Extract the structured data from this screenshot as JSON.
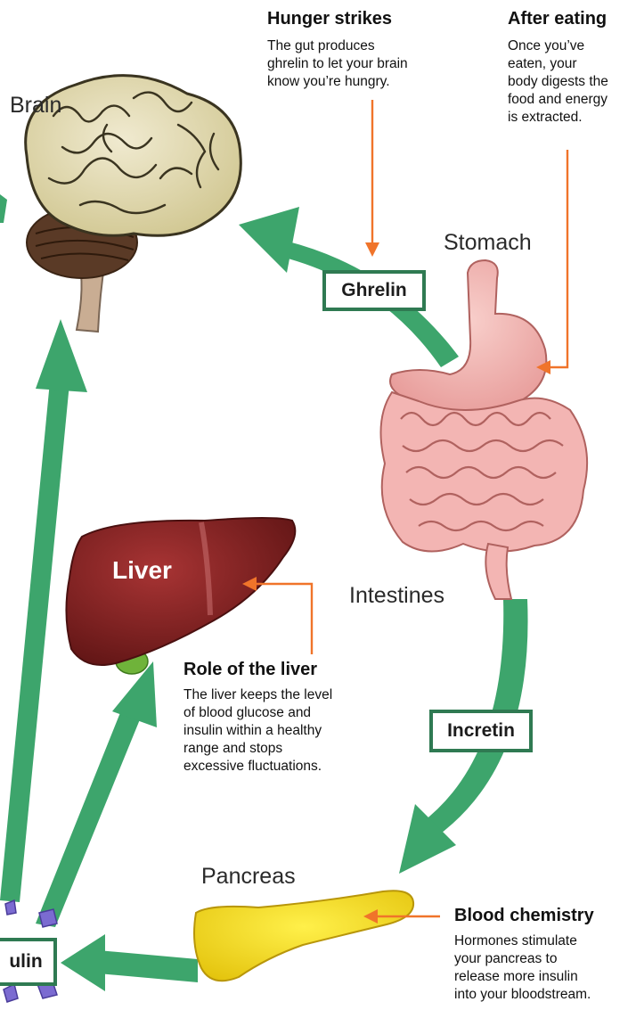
{
  "colors": {
    "arrow_green": "#3da56c",
    "box_border": "#2f7a52",
    "pointer_orange": "#f0742a",
    "brain": "#e6dfb3",
    "stomach": "#f0b0ae",
    "liver": "#8a2222",
    "pancreas": "#f4dc1c"
  },
  "organs": {
    "brain": "Brain",
    "stomach": "Stomach",
    "intestines": "Intestines",
    "pancreas": "Pancreas",
    "liver": "Liver"
  },
  "hormones": {
    "ghrelin": "Ghrelin",
    "incretin": "Incretin",
    "insulin": "ulin"
  },
  "notes": {
    "hunger": {
      "title": "Hunger strikes",
      "lines": [
        "The gut produces",
        "ghrelin to let your brain",
        "know you’re hungry."
      ]
    },
    "after_eating": {
      "title": "After eating",
      "lines": [
        "Once you’ve",
        "eaten, your",
        "body digests the",
        "food and energy",
        "is extracted."
      ]
    },
    "liver": {
      "title": "Role of the liver",
      "lines": [
        "The liver keeps the level",
        "of blood glucose and",
        "insulin within a healthy",
        "range and stops",
        "excessive fluctuations."
      ]
    },
    "blood": {
      "title": "Blood chemistry",
      "lines": [
        "Hormones stimulate",
        "your pancreas to",
        "release more insulin",
        "into your bloodstream."
      ]
    }
  }
}
